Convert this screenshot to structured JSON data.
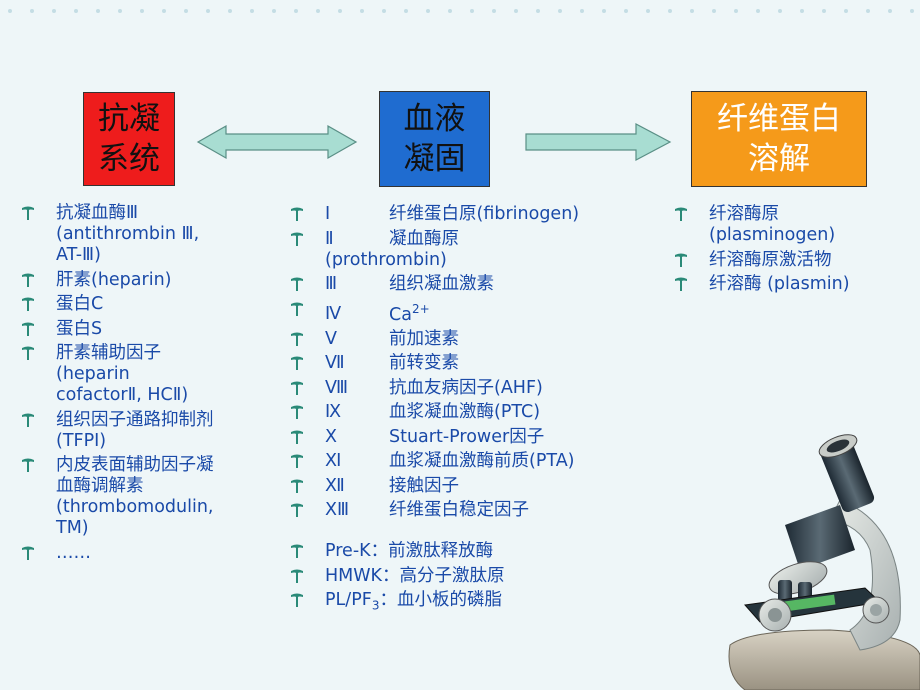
{
  "boxes": {
    "anticoagulation": [
      "抗凝",
      "系统"
    ],
    "coagulation": [
      "血液",
      "凝固"
    ],
    "fibrinolysis": [
      "纤维蛋白",
      "溶解"
    ]
  },
  "colors": {
    "anticoagulation_box": "#ee1c1c",
    "coagulation_box": "#1f6cd0",
    "fibrinolysis_box": "#f59a1a",
    "text": "#1a4aa8",
    "bullet": "#2a8a78",
    "arrow": "#a8ddd2"
  },
  "icons": {
    "bullet": "t-bullet-icon",
    "double_arrow": "double-arrow-icon",
    "right_arrow": "right-arrow-icon",
    "decoration": "microscope-icon"
  },
  "anticoagulation_list": [
    [
      "抗凝血酶Ⅲ",
      "(antithrombin Ⅲ,",
      "AT-Ⅲ)"
    ],
    [
      "肝素(heparin)"
    ],
    [
      "蛋白C"
    ],
    [
      "蛋白S"
    ],
    [
      "肝素辅助因子",
      "(heparin",
      "cofactorⅡ, HCⅡ)"
    ],
    [
      "组织因子通路抑制剂",
      "(TFPI)"
    ],
    [
      "内皮表面辅助因子凝",
      "血酶调解素",
      "(thrombomodulin,",
      "TM)"
    ],
    [
      "……"
    ]
  ],
  "coagulation_factors": [
    {
      "roman": "Ⅰ",
      "name": "纤维蛋白原(fibrinogen)"
    },
    {
      "roman": "Ⅱ",
      "name": "凝血酶原",
      "name2": "(prothrombin)"
    },
    {
      "roman": "Ⅲ",
      "name": "组织凝血激素"
    },
    {
      "roman": "Ⅳ",
      "name": "Ca",
      "sup": "2+"
    },
    {
      "roman": "Ⅴ",
      "name": "前加速素"
    },
    {
      "roman": "Ⅶ",
      "name": "前转变素"
    },
    {
      "roman": "Ⅷ",
      "name": "抗血友病因子(AHF)"
    },
    {
      "roman": "Ⅸ",
      "name": "血浆凝血激酶(PTC)"
    },
    {
      "roman": "Ⅹ",
      "name": "Stuart-Prower因子"
    },
    {
      "roman": "Ⅺ",
      "name": "血浆凝血激酶前质(PTA)"
    },
    {
      "roman": "Ⅻ",
      "name": "接触因子"
    },
    {
      "roman": "ⅩⅢ",
      "name": "纤维蛋白稳定因子"
    }
  ],
  "coagulation_extra": [
    {
      "text": "Pre-K：前激肽释放酶"
    },
    {
      "text": "HMWK：高分子激肽原"
    },
    {
      "text_a": "PL/PF",
      "sub": "3",
      "text_b": "：血小板的磷脂"
    }
  ],
  "fibrinolysis_list": [
    [
      "纤溶酶原",
      "(plasminogen)"
    ],
    [
      "纤溶酶原激活物"
    ],
    [
      "纤溶酶 (plasmin)"
    ]
  ]
}
